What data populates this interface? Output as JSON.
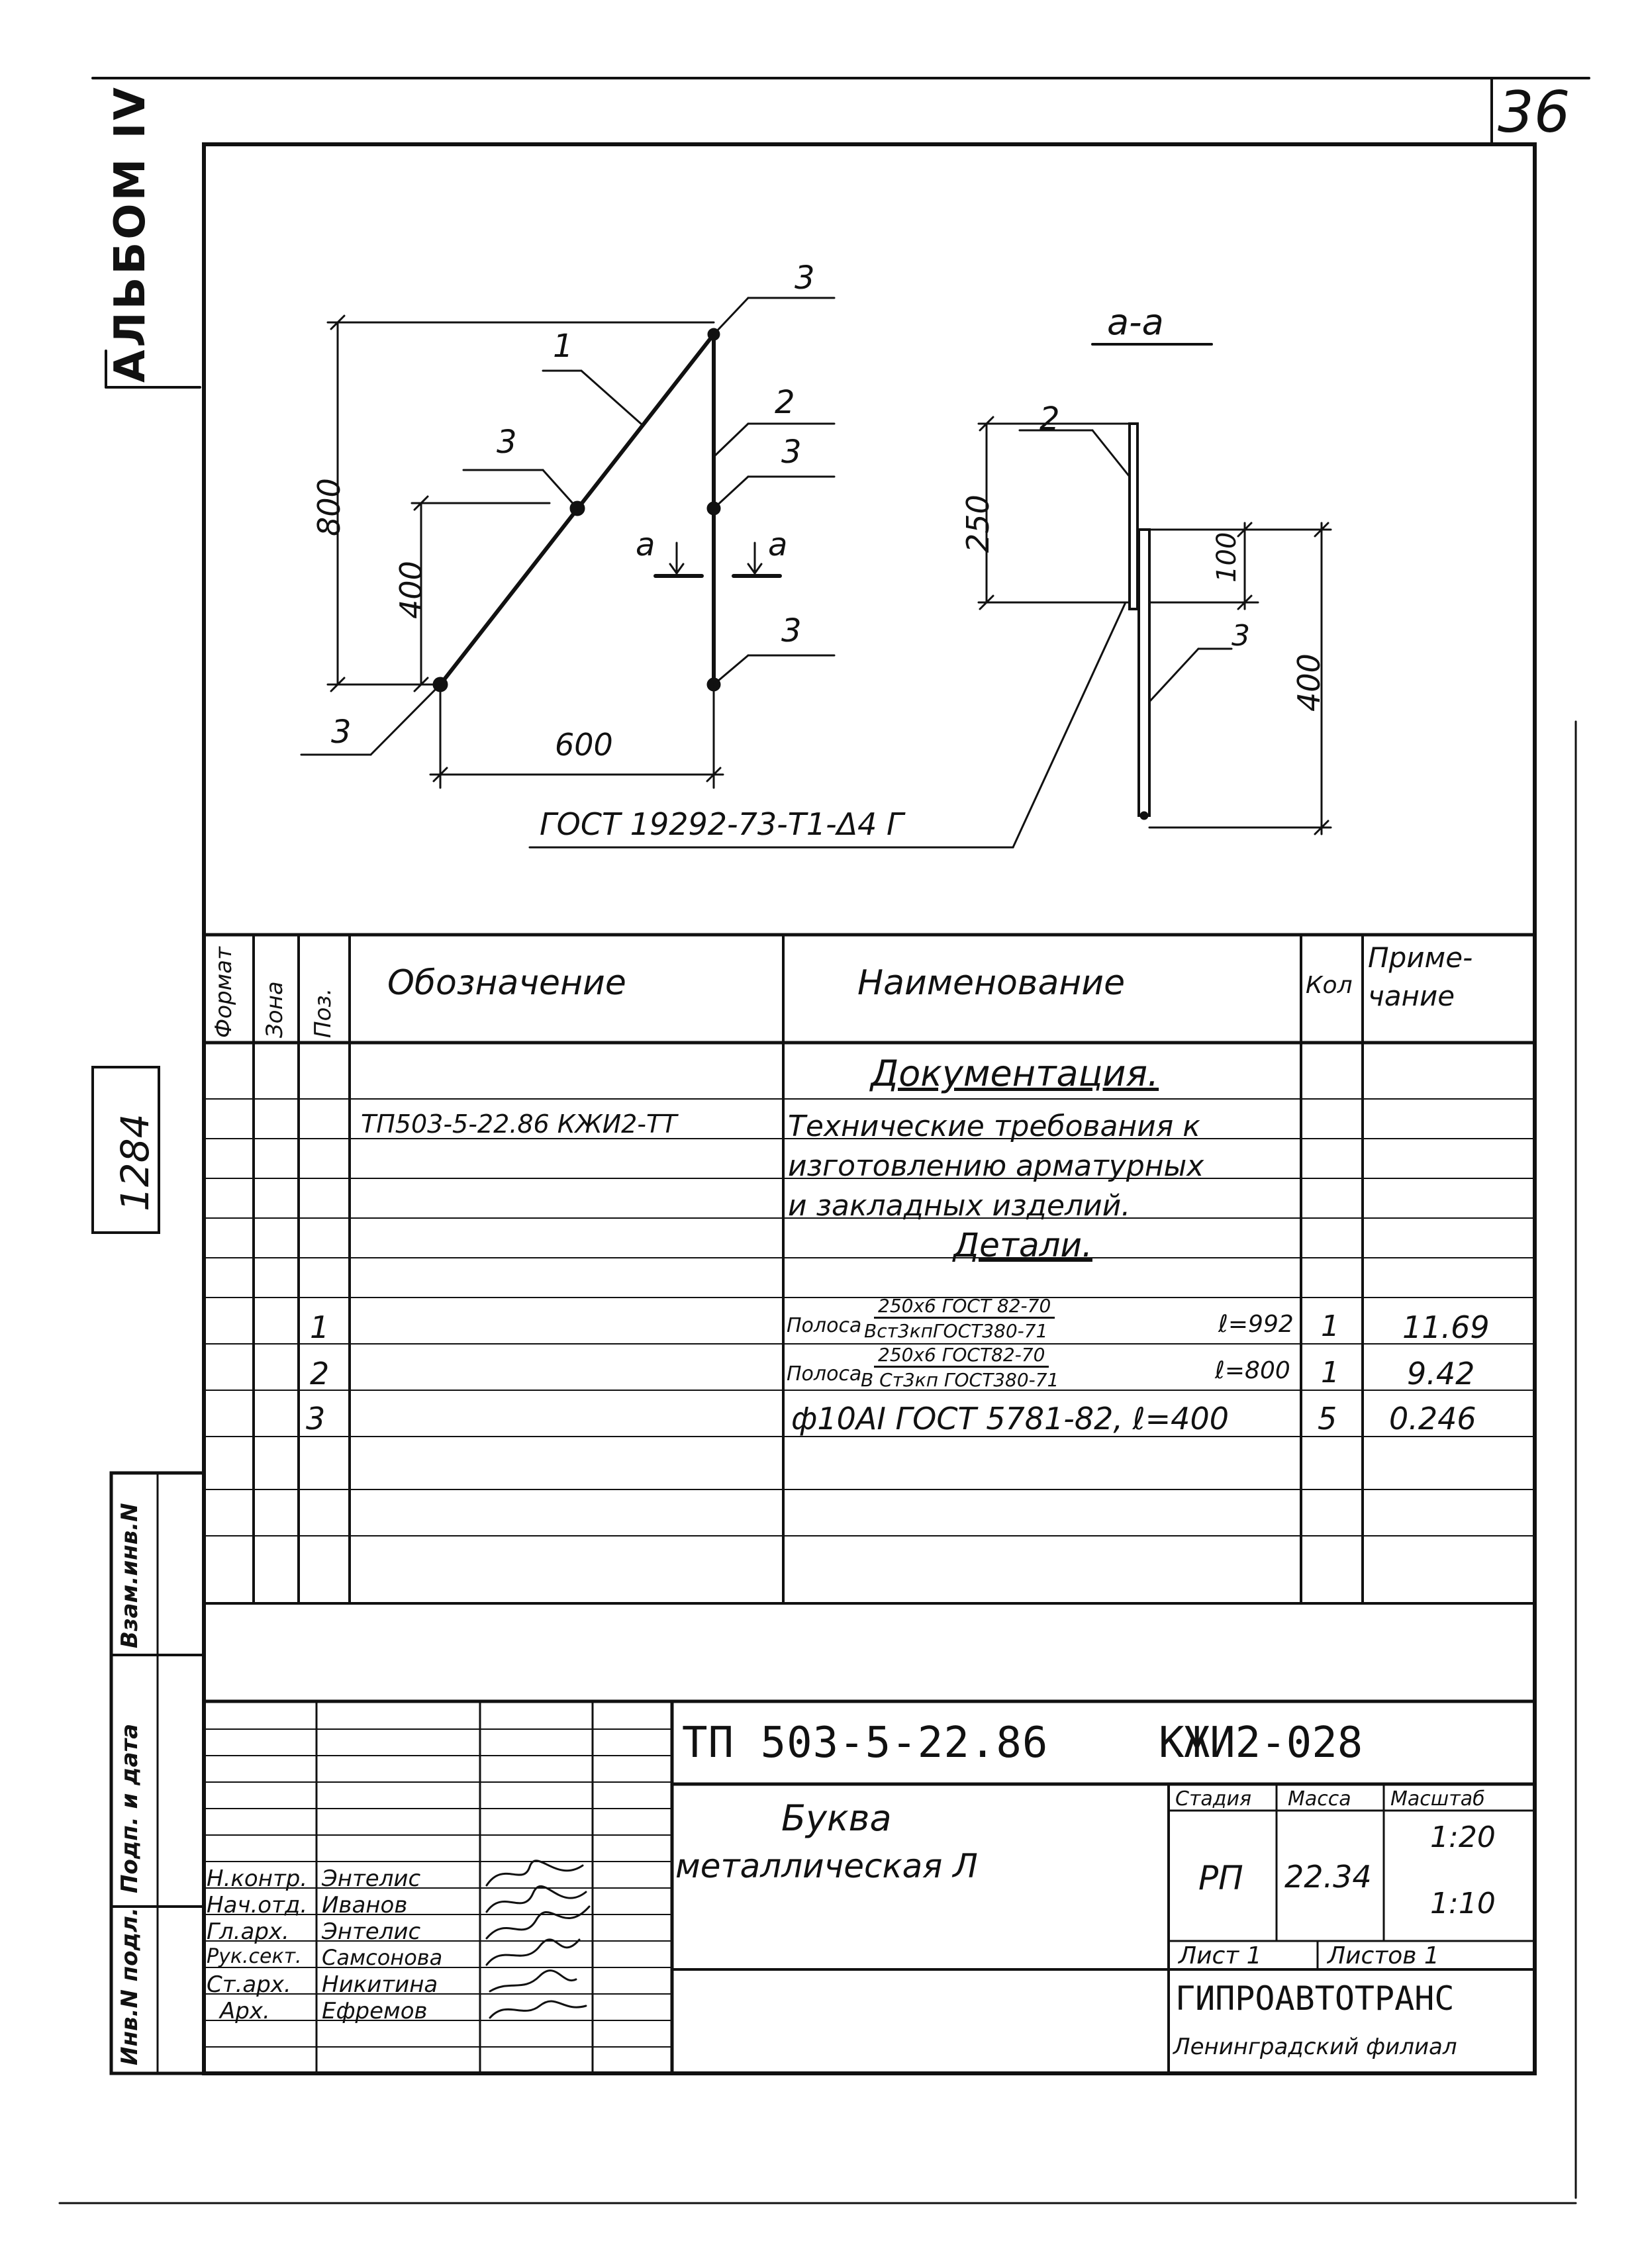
{
  "page_number": "36",
  "album": "АЛЬБОМ IV",
  "margin_number": "1284",
  "margin_stamp_labels": [
    "Инв.N подл.",
    "Подп. и дата",
    "Взам.инв.N"
  ],
  "drawing": {
    "section_label": "а-а",
    "section_marks": [
      "а",
      "а"
    ],
    "dims": {
      "d800": "800",
      "d400": "400",
      "d600": "600",
      "d250": "250",
      "d100": "100",
      "d400b": "400"
    },
    "callouts": {
      "c3_top": "3",
      "c1": "1",
      "c3_mid": "3",
      "c2": "2",
      "c3_right": "3",
      "c3_lower": "3",
      "c3_bottom": "3",
      "s2": "2",
      "s3": "3"
    },
    "weld_note": "ГОСТ 19292-73-Т1-Δ4 Г"
  },
  "spec": {
    "headers": {
      "format": "Формат",
      "zone": "Зона",
      "pos": "Поз.",
      "designation": "Обозначение",
      "name": "Наименование",
      "qty": "Кол",
      "note": "Приме-чание"
    },
    "rows": [
      {
        "pos": "",
        "designation": "",
        "name": "Документация.",
        "qty": "",
        "note": ""
      },
      {
        "pos": "",
        "designation": "ТП503-5-22.86 КЖИ2-ТТ",
        "name": "Технические требования к",
        "qty": "",
        "note": ""
      },
      {
        "pos": "",
        "designation": "",
        "name": "изготовлению арматурных",
        "qty": "",
        "note": ""
      },
      {
        "pos": "",
        "designation": "",
        "name": "и закладных изделий.",
        "qty": "",
        "note": ""
      },
      {
        "pos": "",
        "designation": "",
        "name": "Детали.",
        "qty": "",
        "note": ""
      },
      {
        "pos": "1",
        "designation": "",
        "name_prefix": "Полоса",
        "name_top": "250х6 ГОСТ 82-70",
        "name_bottom": "Вст3кпГОСТ380-71",
        "name_suffix": "ℓ=992",
        "qty": "1",
        "note": "11.69"
      },
      {
        "pos": "2",
        "designation": "",
        "name_prefix": "Полоса",
        "name_top": "250х6 ГОСТ82-70",
        "name_bottom": "В Ст3кп ГОСТ380-71",
        "name_suffix": "ℓ=800",
        "qty": "1",
        "note": "9.42"
      },
      {
        "pos": "3",
        "designation": "",
        "name": "ф10АI ГОСТ 5781-82, ℓ=400",
        "qty": "5",
        "note": "0.246"
      }
    ]
  },
  "title_block": {
    "code": "ТП 503-5-22.86",
    "sheet_code": "КЖИ2-028",
    "title_line1": "Буква",
    "title_line2": "металлическая Л",
    "stage_label": "Стадия",
    "mass_label": "Масса",
    "scale_label": "Масштаб",
    "stage": "РП",
    "mass": "22.34",
    "scale1": "1:20",
    "scale2": "1:10",
    "sheet_label": "Лист 1",
    "sheets_label": "Листов 1",
    "org": "ГИПРОАВТОТРАНС",
    "branch": "Ленинградский филиал",
    "signers": [
      {
        "role": "Н.контр.",
        "name": "Энтелис"
      },
      {
        "role": "Нач.отд.",
        "name": "Иванов"
      },
      {
        "role": "Гл.арх.",
        "name": "Энтелис"
      },
      {
        "role": "Рук.сект.",
        "name": "Самсонова"
      },
      {
        "role": "Ст.арх.",
        "name": "Никитина"
      },
      {
        "role": "Арх.",
        "name": "Ефремов"
      }
    ]
  }
}
